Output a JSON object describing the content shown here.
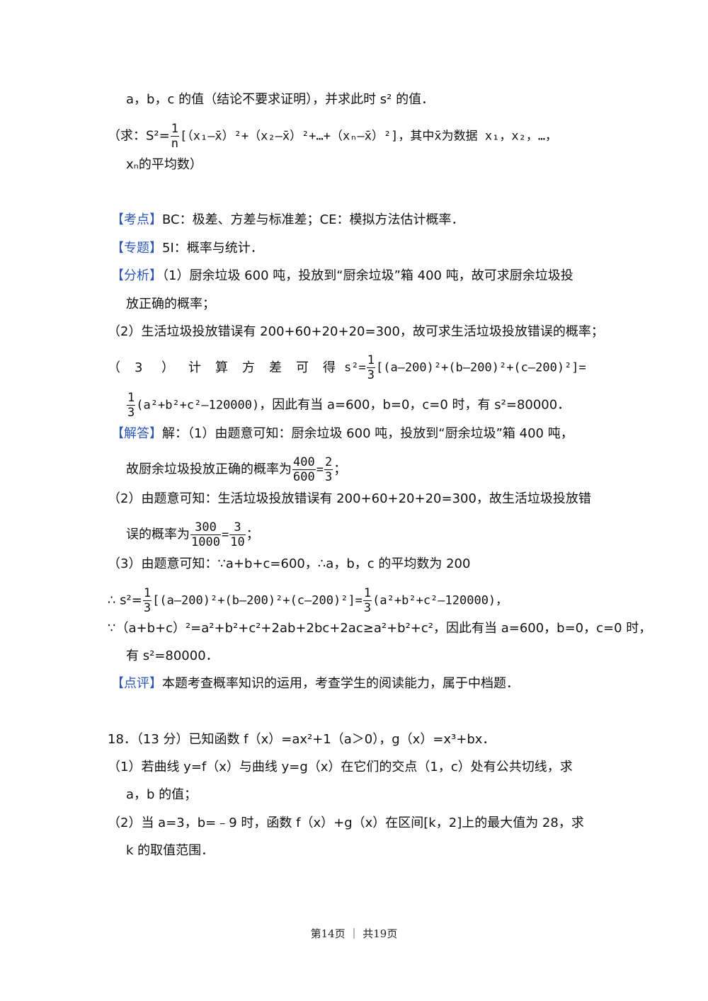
{
  "intro": {
    "line1": "a，b，c 的值（结论不要求证明），并求此时 s² 的值．",
    "formula_lead": "（求：S²=",
    "formula_num": "1",
    "formula_den": "n",
    "formula_body": "[（x₁–x̄）²+（x₂–x̄）²+…+（xₙ–x̄）²]，其中x̄为数据 x₁，x₂，…，",
    "line3": "xₙ的平均数）"
  },
  "analysis": {
    "kaodian_tag": "【考点】",
    "kaodian_text": "BC：极差、方差与标准差；CE：模拟方法估计概率．",
    "zhuanti_tag": "【专题】",
    "zhuanti_text": "5I：概率与统计．",
    "fenxi_tag": "【分析】",
    "fenxi_p1a": "（1）厨余垃圾 600 吨，投放到“厨余垃圾”箱 400 吨，故可求厨余垃圾投",
    "fenxi_p1b": "放正确的概率；",
    "fenxi_p2": "（2）生活垃圾投放错误有 200+60+20+20=300，故可求生活垃圾投放错误的概率；",
    "fenxi_p3_words": [
      "（",
      "3",
      "）",
      "计",
      "算",
      "方",
      "差",
      "可",
      "得"
    ],
    "fenxi_p3_formula_lead": "s²=",
    "fenxi_p3_num": "1",
    "fenxi_p3_den": "3",
    "fenxi_p3_formula": "[(a–200)²+(b–200)²+(c–200)²]=",
    "fenxi_p4_num": "1",
    "fenxi_p4_den": "3",
    "fenxi_p4_formula": "(a²+b²+c²–120000)",
    "fenxi_p4_text": "，因此有当 a=600，b=0，c=0 时，有 s²=80000．"
  },
  "solution": {
    "jieda_tag": "【解答】",
    "s1a": "解：（1）由题意可知：厨余垃圾 600 吨，投放到“厨余垃圾”箱 400 吨，",
    "s1b": "故厨余垃圾投放正确的概率为",
    "s1_f1_num": "400",
    "s1_f1_den": "600",
    "s1_eq": "=",
    "s1_f2_num": "2",
    "s1_f2_den": "3",
    "s1_end": "；",
    "s2a": "（2）由题意可知：生活垃圾投放错误有 200+60+20+20=300，故生活垃圾投放错",
    "s2b": "误的概率为",
    "s2_f1_num": "300",
    "s2_f1_den": "1000",
    "s2_eq": "=",
    "s2_f2_num": "3",
    "s2_f2_den": "10",
    "s2_end": "；",
    "s3a": "（3）由题意可知：∵a+b+c=600，∴a，b，c 的平均数为 200",
    "s3b_lead": "∴ s²=",
    "s3b_f1_num": "1",
    "s3b_f1_den": "3",
    "s3b_mid": "[(a–200)²+(b–200)²+(c–200)²]=",
    "s3b_f2_num": "1",
    "s3b_f2_den": "3",
    "s3b_tail": "(a²+b²+c²–120000)，",
    "s3c": "∵（a+b+c）²=a²+b²+c²+2ab+2bc+2ac≥a²+b²+c²，因此有当 a=600，b=0，c=0 时，",
    "s3d": "有 s²=80000．",
    "dianping_tag": "【点评】",
    "dianping_text": "本题考查概率知识的运用，考查学生的阅读能力，属于中档题．"
  },
  "problem18": {
    "stem": "18．（13 分）已知函数 f（x）=ax²+1（a＞0），g（x）=x³+bx．",
    "p1a": "（1）若曲线 y=f（x）与曲线 y=g（x）在它们的交点（1，c）处有公共切线，求",
    "p1b": "a，b 的值；",
    "p2a": "（2）当 a=3，b=﹣9 时，函数 f（x）+g（x）在区间[k，2]上的最大值为 28，求",
    "p2b": "k 的取值范围．"
  },
  "footer": {
    "text": "第14页 ｜ 共19页"
  },
  "colors": {
    "tag_blue": "#2b55b8",
    "text": "#111111"
  }
}
